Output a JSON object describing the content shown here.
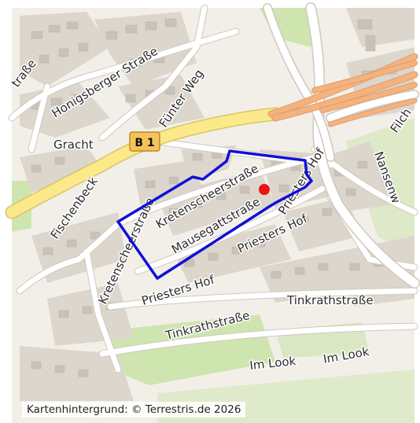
{
  "map": {
    "road_shield": "B 1",
    "street_labels": {
      "strasse_left": "traße",
      "honigsberger": "Honigsberger Straße",
      "fuenter_weg": "Fünter Weg",
      "gracht": "Gracht",
      "fischenbeck": "Fischenbeck",
      "kretenscheer": "Kretenscheerstraße",
      "mausegatt": "Mausegattstraße",
      "priesters_hof_1": "Priesters Hof",
      "priesters_hof_2": "Priesters Hof",
      "priesters_hof_3": "Priesters Hof",
      "krefenscheer": "Kretenscheerstraße",
      "tinkrath_1": "Tinkrathstraße",
      "tinkrath_2": "Tinkrathstraße",
      "im_look_1": "Im Look",
      "im_look_2": "Im Look",
      "filch": "Filch",
      "nansen": "Nansenw"
    },
    "attribution": "Kartenhintergrund: © Terrestris.de 2026",
    "colors": {
      "background": "#f2efe9",
      "block": "#dcd6cc",
      "building": "#c9c2b8",
      "green": "#cfe5b0",
      "road": "#ffffff",
      "primary_road": "#fbe98a",
      "motorway": "#f4b27f",
      "boundary": "#1010d8",
      "marker": "#ee1111"
    }
  }
}
